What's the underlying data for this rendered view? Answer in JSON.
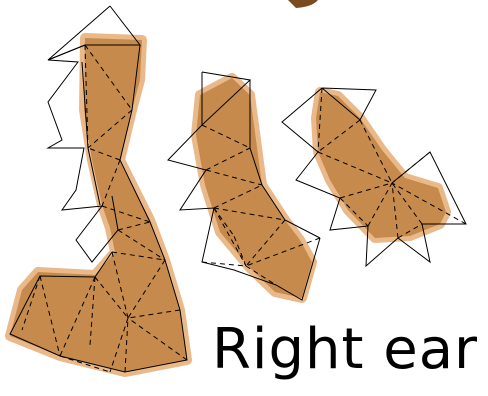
{
  "caption": "Right ear",
  "colors": {
    "background": "#ffffff",
    "wood_fill": "#c68a4c",
    "wood_edge": "#e8b888",
    "lines": "#000000"
  },
  "pieces": [
    {
      "name": "left-piece"
    },
    {
      "name": "middle-piece"
    },
    {
      "name": "right-piece"
    }
  ]
}
